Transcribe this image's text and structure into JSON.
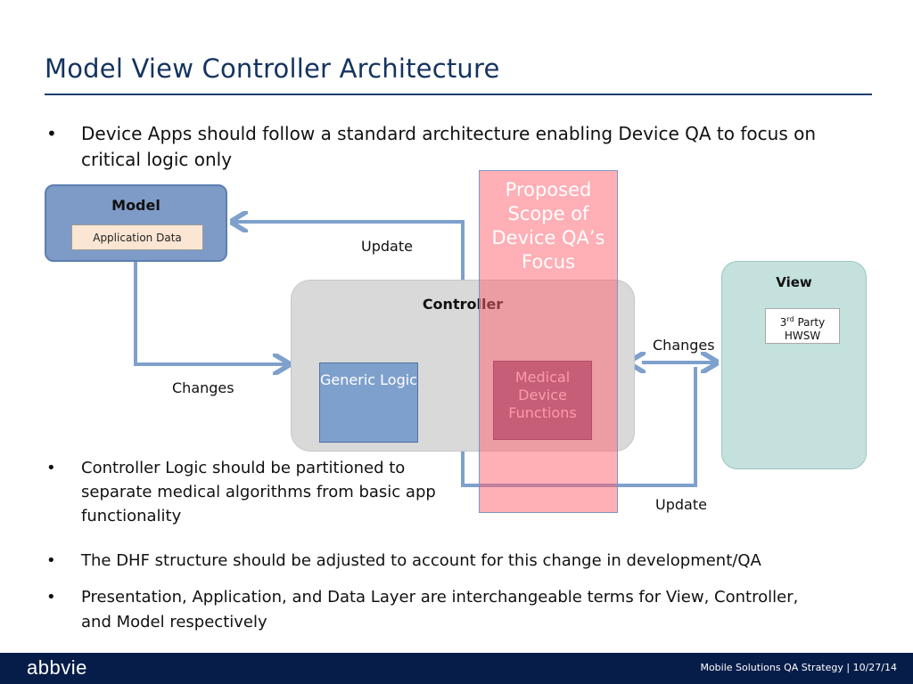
{
  "slide": {
    "title": "Model View Controller Architecture"
  },
  "bullets": {
    "b1": "Device Apps should follow a standard architecture enabling Device QA to focus on critical logic only",
    "b2": "Controller Logic should be partitioned to separate medical algorithms from basic app functionality",
    "b3": "The DHF structure should be adjusted to account for this change in development/QA",
    "b4": "Presentation, Application, and Data Layer are interchangeable terms for View, Controller, and Model respectively",
    "marker": "•"
  },
  "diagram": {
    "model": {
      "title": "Model",
      "item": "Application Data"
    },
    "controller": {
      "title": "Controller",
      "generic": "Generic Logic",
      "medical": "Medical Device Functions"
    },
    "view": {
      "title": "View",
      "item_sup": "rd",
      "item_pre": "3",
      "item_post": " Party",
      "item_line2": "HWSW"
    },
    "scope": "Proposed Scope of Device QA’s Focus",
    "labels": {
      "update_top": "Update",
      "changes_left": "Changes",
      "changes_right": "Changes",
      "update_bottom": "Update"
    },
    "colors": {
      "arrow": "#7ea0cc",
      "model": "#7e9bc7",
      "controller": "#d9d9d9",
      "view": "#c4e1de",
      "scope": "#ff606e",
      "medical": "#8e5d83"
    }
  },
  "footer": {
    "logo": "abbvie",
    "text": "Mobile Solutions QA Strategy | 10/27/14"
  }
}
